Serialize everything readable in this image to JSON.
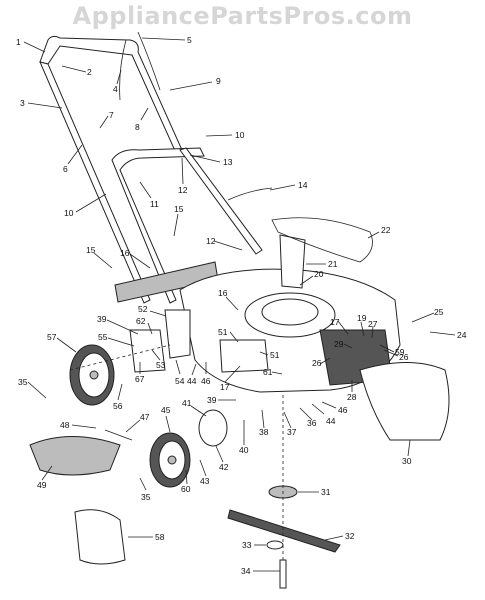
{
  "watermark": "AppliancePartsPros.com",
  "callouts": [
    "1",
    "2",
    "3",
    "4",
    "5",
    "6",
    "7",
    "8",
    "9",
    "10",
    "10",
    "11",
    "12",
    "12",
    "13",
    "14",
    "15",
    "15",
    "16",
    "16",
    "17",
    "17",
    "19",
    "20",
    "21",
    "22",
    "24",
    "25",
    "26",
    "26",
    "27",
    "28",
    "29",
    "30",
    "31",
    "32",
    "33",
    "34",
    "35",
    "35",
    "36",
    "37",
    "38",
    "39",
    "39",
    "40",
    "41",
    "42",
    "43",
    "44",
    "44",
    "45",
    "46",
    "46",
    "47",
    "48",
    "49",
    "51",
    "51",
    "52",
    "53",
    "54",
    "55",
    "56",
    "57",
    "58",
    "59",
    "60",
    "61",
    "62",
    "67"
  ]
}
